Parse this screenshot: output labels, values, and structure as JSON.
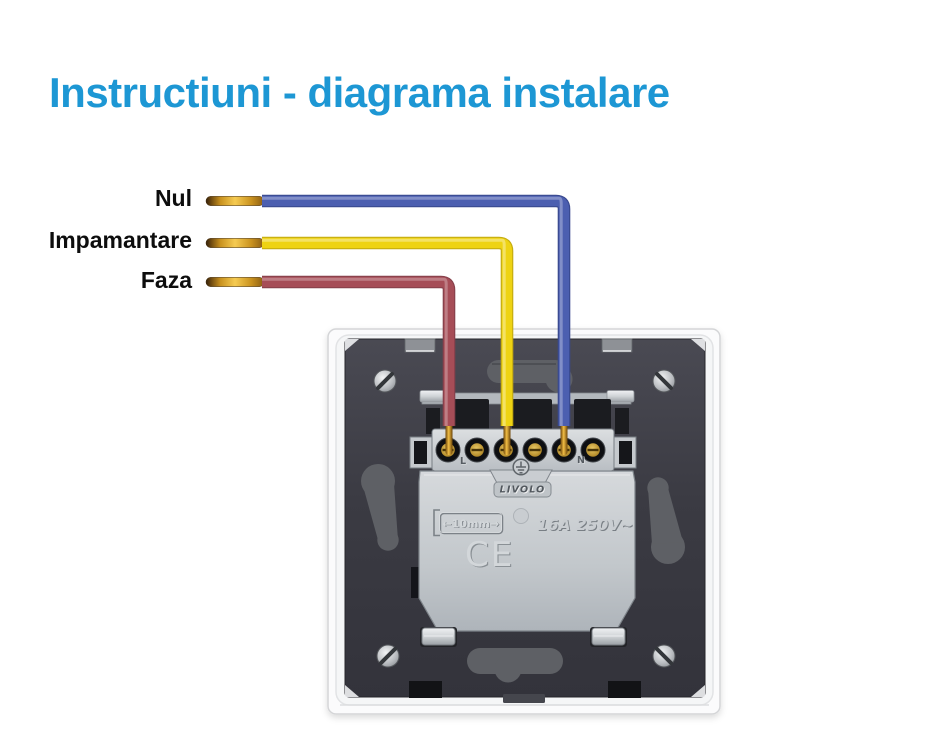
{
  "title": {
    "text": "Instructiuni - diagrama instalare",
    "color": "#1d97d4"
  },
  "wires": {
    "nul": {
      "label": "Nul",
      "color": "#4c5fb0"
    },
    "impamantare": {
      "label": "Impamantare",
      "color": "#eed313"
    },
    "faza": {
      "label": "Faza",
      "color": "#a64d57"
    }
  },
  "copper_color": "#d99a28",
  "device": {
    "brand": "LIVOLO",
    "rating": "16A 250V~",
    "strip_length": "←10mm→",
    "ce_mark": "CE",
    "terminal_live": "L",
    "terminal_neutral": "N"
  }
}
